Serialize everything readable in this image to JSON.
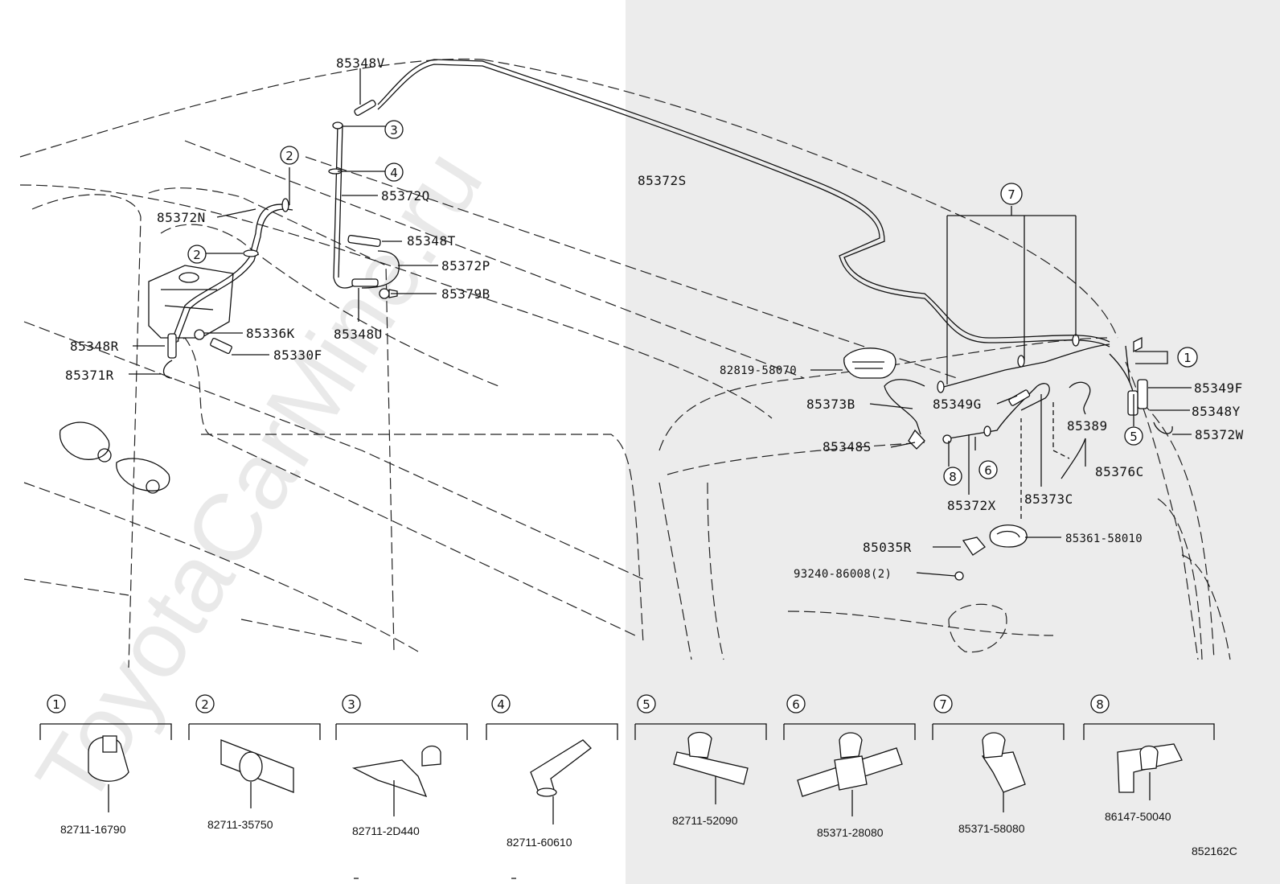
{
  "watermark": "ToyotaCarMine.ru",
  "figure_ref": "852162C",
  "callouts": [
    {
      "id": "85348V",
      "text": "85348V"
    },
    {
      "id": "85372S",
      "text": "85372S"
    },
    {
      "id": "85372N",
      "text": "85372N"
    },
    {
      "id": "85372Q",
      "text": "85372Q"
    },
    {
      "id": "85348T",
      "text": "85348T"
    },
    {
      "id": "85372P",
      "text": "85372P"
    },
    {
      "id": "85379B",
      "text": "85379B"
    },
    {
      "id": "85348U",
      "text": "85348U"
    },
    {
      "id": "85336K",
      "text": "85336K"
    },
    {
      "id": "85330F",
      "text": "85330F"
    },
    {
      "id": "85348R",
      "text": "85348R"
    },
    {
      "id": "85371R",
      "text": "85371R"
    },
    {
      "id": "82819-58070",
      "text": "82819-58070"
    },
    {
      "id": "85373B",
      "text": "85373B"
    },
    {
      "id": "85349G",
      "text": "85349G"
    },
    {
      "id": "85348S",
      "text": "85348S"
    },
    {
      "id": "85372X",
      "text": "85372X"
    },
    {
      "id": "85373C",
      "text": "85373C"
    },
    {
      "id": "85389",
      "text": "85389"
    },
    {
      "id": "85376C",
      "text": "85376C"
    },
    {
      "id": "85349F",
      "text": "85349F"
    },
    {
      "id": "85348Y",
      "text": "85348Y"
    },
    {
      "id": "85372W",
      "text": "85372W"
    },
    {
      "id": "85035R",
      "text": "85035R"
    },
    {
      "id": "85361-58010",
      "text": "85361-58010"
    },
    {
      "id": "93240-86008",
      "text": "93240-86008(2)"
    }
  ],
  "circled_numbers": [
    "1",
    "2",
    "3",
    "4",
    "5",
    "6",
    "7",
    "8"
  ],
  "clips": [
    {
      "num": "1",
      "part": "82711-16790"
    },
    {
      "num": "2",
      "part": "82711-35750"
    },
    {
      "num": "3",
      "part": "82711-2D440"
    },
    {
      "num": "4",
      "part": "82711-60610"
    },
    {
      "num": "5",
      "part": "82711-52090"
    },
    {
      "num": "6",
      "part": "85371-28080"
    },
    {
      "num": "7",
      "part": "85371-58080"
    },
    {
      "num": "8",
      "part": "86147-50040"
    }
  ]
}
